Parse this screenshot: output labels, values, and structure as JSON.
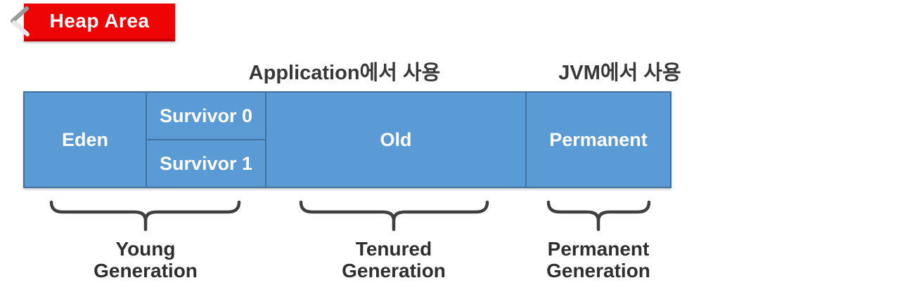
{
  "badge": {
    "label": "Heap Area",
    "background_color": "#ee0404",
    "text_color": "#ffffff"
  },
  "icons": {
    "back_chevron": "chevron-left"
  },
  "annotations": {
    "application_usage": "Application에서 사용",
    "jvm_usage": "JVM에서 사용"
  },
  "heap": {
    "fill_color": "#5b9bd5",
    "border_color": "#41719c",
    "regions": [
      {
        "id": "eden",
        "label": "Eden"
      },
      {
        "id": "survivor0",
        "label": "Survivor 0"
      },
      {
        "id": "survivor1",
        "label": "Survivor 1"
      },
      {
        "id": "old",
        "label": "Old"
      },
      {
        "id": "permanent",
        "label": "Permanent"
      }
    ]
  },
  "generations": [
    {
      "id": "young",
      "line1": "Young",
      "line2": "Generation"
    },
    {
      "id": "tenured",
      "line1": "Tenured",
      "line2": "Generation"
    },
    {
      "id": "permanent",
      "line1": "Permanent",
      "line2": "Generation"
    }
  ]
}
